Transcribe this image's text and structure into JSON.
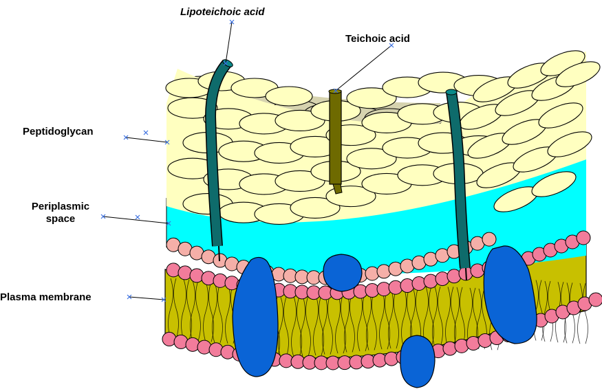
{
  "labels": {
    "lipoteichoic_acid": "Lipoteichoic acid",
    "teichoic_acid": "Teichoic acid",
    "peptidoglycan": "Peptidoglycan",
    "periplasmic_line1": "Periplasmic",
    "periplasmic_line2": "space",
    "plasma_membrane": "Plasma membrane"
  },
  "colors": {
    "peptidoglycan_fill": "#FFFFC0",
    "back_layer_fill": "#D6D3AF",
    "periplasmic_fill": "#00FFFF",
    "membrane_fill": "#C8C000",
    "phospholipid_head_front": "#F27C9B",
    "phospholipid_head_back": "#F5AFA8",
    "membrane_protein": "#0A64D6",
    "lipoteichoic_acid": "#0E6B6B",
    "teichoic_acid": "#6E6A00",
    "marker": "#3A6FE0"
  }
}
